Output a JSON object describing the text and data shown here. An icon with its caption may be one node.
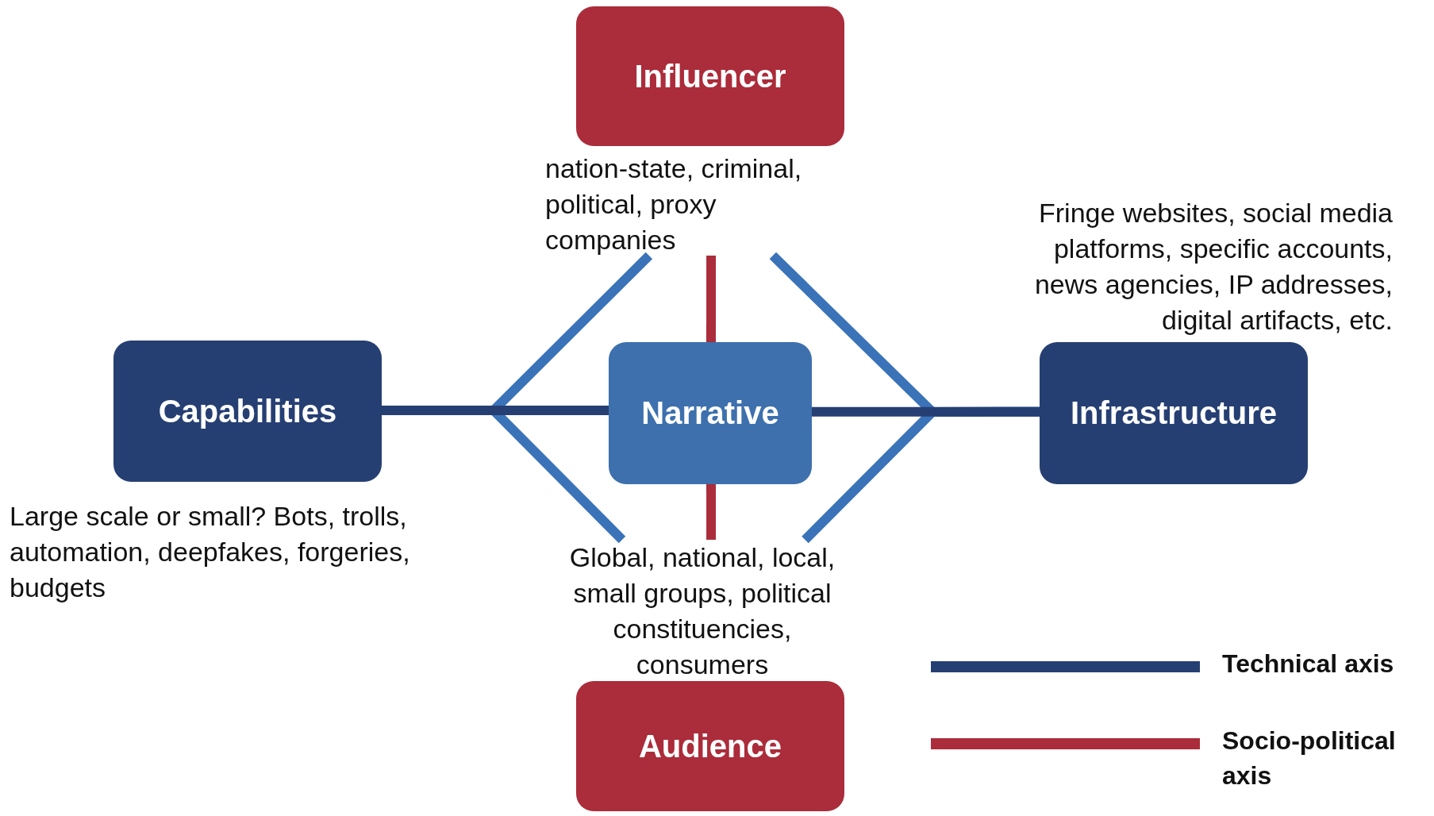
{
  "diagram": {
    "nodes": [
      {
        "text": [
          "Influencer"
        ],
        "beside": [
          "nation-state, criminal, political, proxy companies"
        ]
      },
      {
        "text": [
          "Capabilities"
        ],
        "beside": [
          "Large scale or small? Bots, trolls, automation, deepfakes, forgeries, budgets"
        ]
      },
      {
        "text": [
          "Narrative"
        ]
      },
      {
        "text": [
          "Infrastructure"
        ],
        "beside": [
          "Fringe websites, social media platforms, specific accounts, news agencies, IP addresses, digital artifacts, etc."
        ]
      },
      {
        "text": [
          "Audience"
        ],
        "beside": [
          "Global, national, local, small groups, political constituencies, consumers"
        ]
      }
    ],
    "edges": [
      {
        "from": 0,
        "to": 2,
        "arrow": "none",
        "color": "#ab2c3a"
      },
      {
        "from": 1,
        "to": 2,
        "arrow": "none",
        "color": "#263f73"
      },
      {
        "from": 2,
        "to": 3,
        "arrow": "none",
        "color": "#263f73"
      },
      {
        "from": 2,
        "to": 4,
        "arrow": "none",
        "color": "#ab2c3a"
      },
      {
        "from": 0,
        "to": 1,
        "arrow": "none"
      },
      {
        "from": 0,
        "to": 3,
        "arrow": "none"
      },
      {
        "from": 4,
        "to": 1,
        "arrow": "none"
      },
      {
        "from": 4,
        "to": 3,
        "arrow": "none"
      }
    ],
    "legend": [
      {
        "text": "Technical axis",
        "color": "#263f73"
      },
      {
        "text": "Socio-political axis",
        "color": "#ab2c3a"
      }
    ]
  }
}
